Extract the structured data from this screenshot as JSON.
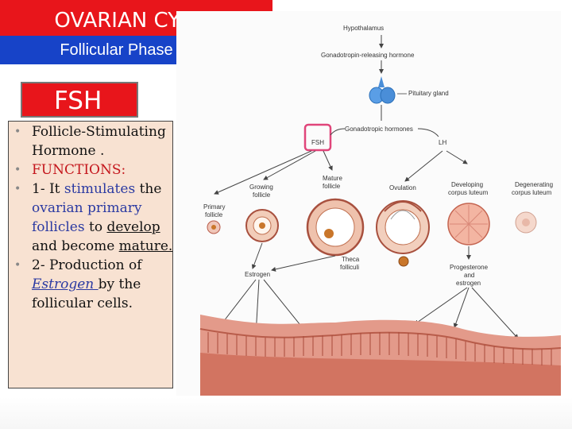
{
  "header": {
    "title": "OVARIAN CYCLE",
    "subtitle": "Follicular Phase",
    "badge": "FSH"
  },
  "bullets": {
    "b1": "Follicle-Stimulating Hormone .",
    "b2": "FUNCTIONS:",
    "b3_pre": "1- It ",
    "b3_stim": "stimulates",
    "b3_mid": " the ",
    "b3_ovarian": "ovarian primary follicles",
    "b3_to": " to ",
    "b3_develop": "develop",
    "b3_and": " and become ",
    "b3_mature": "mature.",
    "b4_pre": "2- Production of ",
    "b4_estrogen": "Estrogen ",
    "b4_post": "by the follicular cells."
  },
  "diagram": {
    "hypothalamus": "Hypothalamus",
    "gnrh": "Gonadotropin-releasing hormone",
    "pituitary": "Pituitary gland",
    "gonadotropic": "Gonadotropic hormones",
    "fsh": "FSH",
    "lh": "LH",
    "growing1": "Growing",
    "growing2": "follicle",
    "mature1": "Mature",
    "mature2": "follicle",
    "ovulation": "Ovulation",
    "developing1": "Developing",
    "developing2": "corpus luteum",
    "degenerating1": "Degenerating",
    "degenerating2": "corpus luteum",
    "primary1": "Primary",
    "primary2": "follicle",
    "theca1": "Theca",
    "theca2": "folliculi",
    "estrogen": "Estrogen",
    "progesterone1": "Progesterone",
    "progesterone2": "and",
    "progesterone3": "estrogen",
    "colors": {
      "highlight": "#e0457a",
      "tissue": "#d77a6a",
      "gland": "#4a8ed8"
    }
  }
}
